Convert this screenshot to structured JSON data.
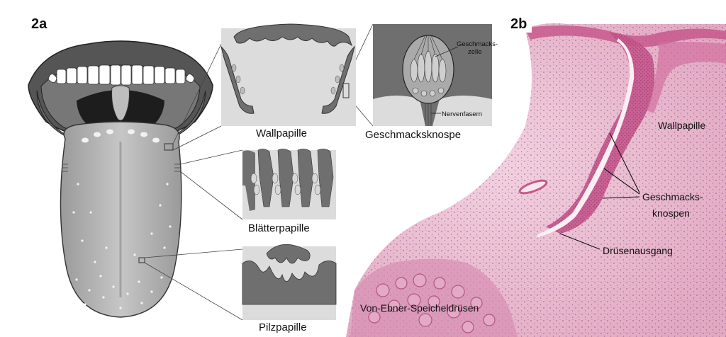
{
  "panel_a": {
    "tag": "2a",
    "labels": {
      "wallpapille": "Wallpapille",
      "geschmacksknospe": "Geschmacksknospe",
      "blaetterpapille": "Blätterpapille",
      "pilzpapille": "Pilzpapille",
      "geschmackszelle_line1": "Geschmacks-",
      "geschmackszelle_line2": "zelle",
      "nervenfasern": "Nervenfasern"
    }
  },
  "panel_b": {
    "tag": "2b",
    "labels": {
      "wallpapille": "Wallpapille",
      "geschmacksknospen_line1": "Geschmacks-",
      "geschmacksknospen_line2": "knospen",
      "druesenausgang": "Drüsenausgang",
      "speicheldruesen": "Von-Ebner-Speicheldrüsen"
    }
  },
  "colors": {
    "tissue_gray": "#6f6f6f",
    "panel_gray": "#dcdcdc",
    "histology_pink": "#ecc3d6",
    "epithelium_magenta": "#c7588c",
    "line": "#222222"
  }
}
